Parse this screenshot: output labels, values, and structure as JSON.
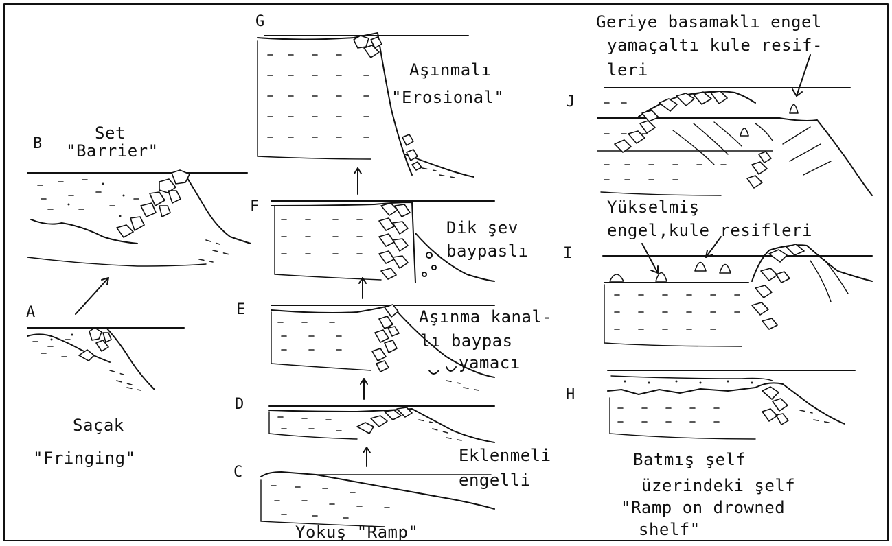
{
  "panels": {
    "A": {
      "letter": "A"
    },
    "B": {
      "letter": "B",
      "caption_line1": "Set",
      "caption_line2": "\"Barrier\""
    },
    "C": {
      "letter": "C",
      "caption": "Yokuş \"Ramp\""
    },
    "D": {
      "letter": "D",
      "caption_line1": "Eklenmeli",
      "caption_line2": "engelli"
    },
    "E": {
      "letter": "E",
      "caption_line1": "Aşınma kanal-",
      "caption_line2": "lı baypas",
      "caption_line3": "yamacı"
    },
    "F": {
      "letter": "F",
      "caption_line1": "Dik şev",
      "caption_line2": "baypaslı"
    },
    "G": {
      "letter": "G",
      "caption_line1": "Aşınmalı",
      "caption_line2": "\"Erosional\""
    },
    "H": {
      "letter": "H",
      "caption_line1": "Batmış şelf",
      "caption_line2": "üzerindeki şelf",
      "caption_line3": "\"Ramp on drowned",
      "caption_line4": "shelf\""
    },
    "I": {
      "letter": "I",
      "caption_line1": "Yükselmiş",
      "caption_line2": "engel,kule resifleri"
    },
    "J": {
      "letter": "J",
      "caption_line1": "Geriye basamaklı engel",
      "caption_line2": "yamaçaltı kule resif-",
      "caption_line3": "leri"
    }
  },
  "fringing_caption": {
    "line1": "Saçak",
    "line2": "\"Fringing\""
  }
}
